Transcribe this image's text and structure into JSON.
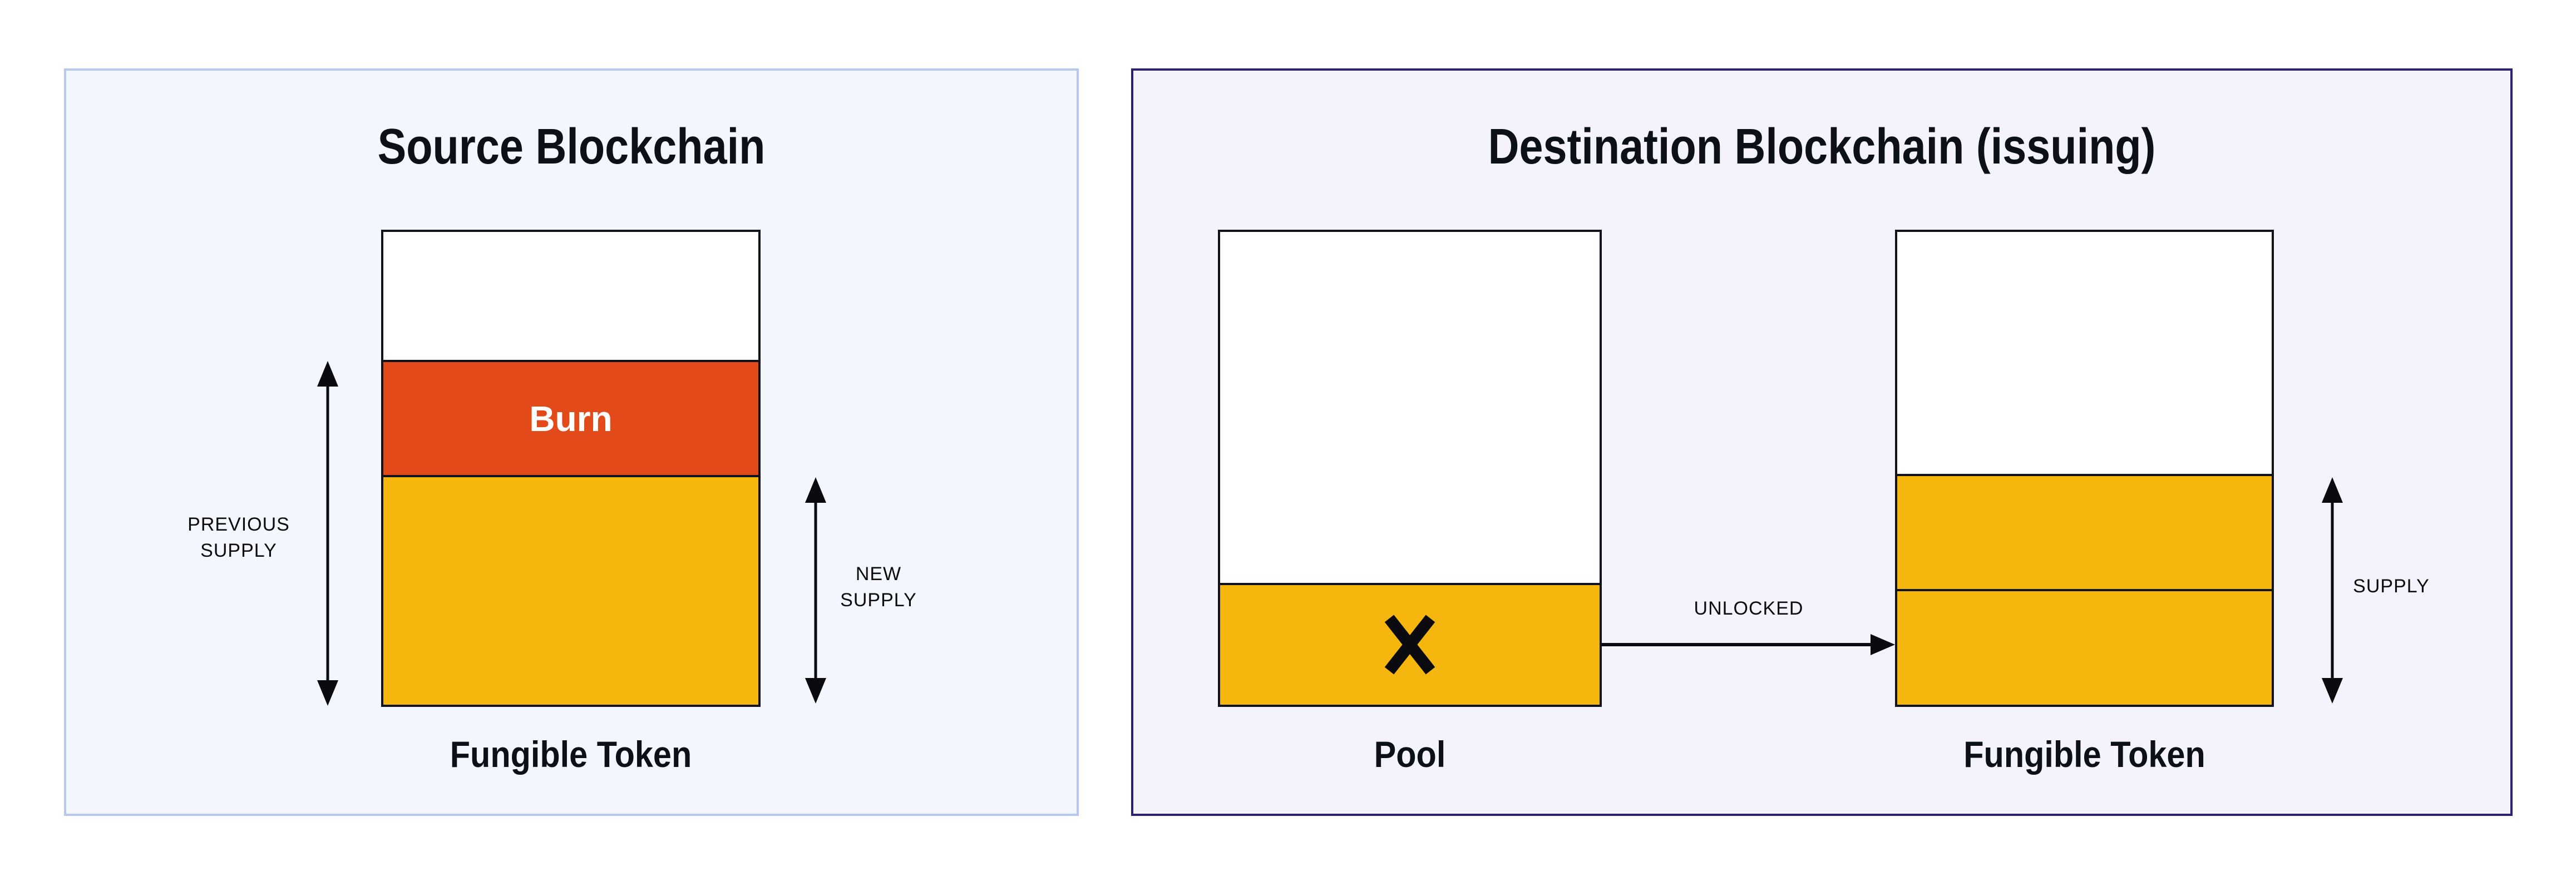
{
  "diagram_type": "token-bridge burn-and-unlock illustration",
  "colors": {
    "page_bg": "#ffffff",
    "source_panel_bg": "#f3f6fc",
    "source_panel_border": "#b6c8f0",
    "destination_panel_bg": "#f4f2fb",
    "destination_panel_border": "#2f1e78",
    "bar_outline": "#10131c",
    "bar_white_fill": "#ffffff",
    "burn_fill": "#e24a19",
    "token_fill": "#f5b60d",
    "burn_text": "#ffffff",
    "text_dark": "#0c1018",
    "arrow_color": "#0b0b0f"
  },
  "source_panel": {
    "title": "Source Blockchain",
    "bar_caption": "Fungible Token",
    "burn_segment_label": "Burn",
    "previous_supply_label": {
      "lines": [
        "PREVIOUS",
        "SUPPLY"
      ]
    },
    "new_supply_label": {
      "lines": [
        "NEW",
        "SUPPLY"
      ]
    }
  },
  "destination_panel": {
    "title": "Destination Blockchain (issuing)",
    "pool_caption": "Pool",
    "token_caption": "Fungible Token",
    "unlocked_arrow_label": "UNLOCKED",
    "supply_label": {
      "lines": [
        "SUPPLY"
      ]
    }
  }
}
